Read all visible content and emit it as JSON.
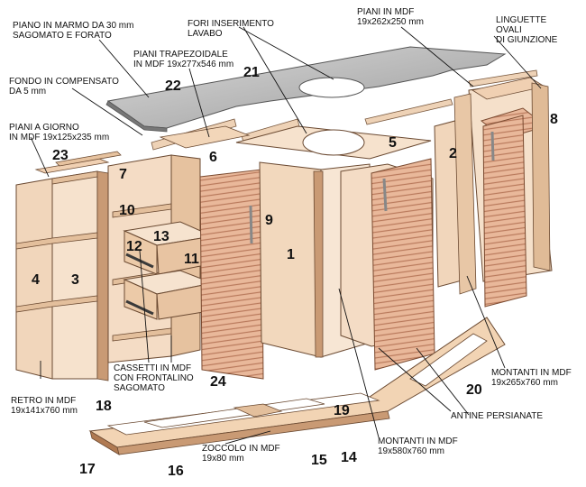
{
  "labels": {
    "piano_marmo": "PIANO IN MARMO DA 30 mm\nSAGOMATO E FORATO",
    "fori_lavabo": "FORI INSERIMENTO\nLAVABO",
    "piani_mdf": "PIANI IN MDF\n19x262x250 mm",
    "linguette": "LINGUETTE\nOVALI\nDI GIUNZIONE",
    "piani_trapezoidale": "PIANI TRAPEZOIDALE\nIN MDF 19x277x546 mm",
    "fondo_compensato": "FONDO IN COMPENSATO\nDA 5 mm",
    "piani_giorno": "PIANI A GIORNO\nIN MDF 19x125x235 mm",
    "retro_mdf": "RETRO IN MDF\n19x141x760 mm",
    "cassetti": "CASSETTI IN MDF\nCON FRONTALINO\nSAGOMATO",
    "montanti_265": "MONTANTI IN MDF\n19x265x760 mm",
    "antine": "ANTINE PERSIANATE",
    "montanti_580": "MONTANTI IN MDF\n19x580x760 mm",
    "zoccolo": "ZOCCOLO IN MDF\n19x80 mm"
  },
  "numbers": {
    "n1": "1",
    "n2": "2",
    "n3": "3",
    "n4": "4",
    "n5": "5",
    "n6": "6",
    "n7": "7",
    "n8": "8",
    "n9": "9",
    "n10": "10",
    "n11": "11",
    "n12": "12",
    "n13": "13",
    "n14": "14",
    "n15": "15",
    "n16": "16",
    "n17": "17",
    "n18": "18",
    "n19": "19",
    "n20": "20",
    "n21": "21",
    "n22": "22",
    "n23": "23",
    "n24": "24"
  },
  "colors": {
    "wood_light": "#f3dcc4",
    "wood_mid": "#e8c7a6",
    "wood_dark": "#c99a74",
    "wood_edge": "#b07a52",
    "marble": "#c9c9c9",
    "marble_dark": "#8c8c8c",
    "line": "#111111"
  }
}
